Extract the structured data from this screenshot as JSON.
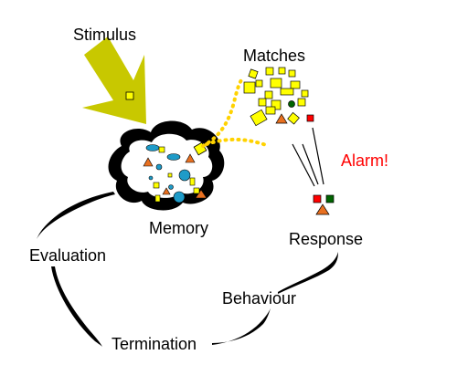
{
  "labels": {
    "stimulus": "Stimulus",
    "matches": "Matches",
    "alarm": "Alarm!",
    "memory": "Memory",
    "response": "Response",
    "evaluation": "Evaluation",
    "behaviour": "Behaviour",
    "termination": "Termination"
  },
  "colors": {
    "arrow": "#c8c800",
    "square": "#ffff00",
    "triangle": "#e87020",
    "circle": "#1e9bc8",
    "red": "#ff0000",
    "green": "#006400",
    "dotted": "#ffd200",
    "alarm": "#ff0000"
  }
}
